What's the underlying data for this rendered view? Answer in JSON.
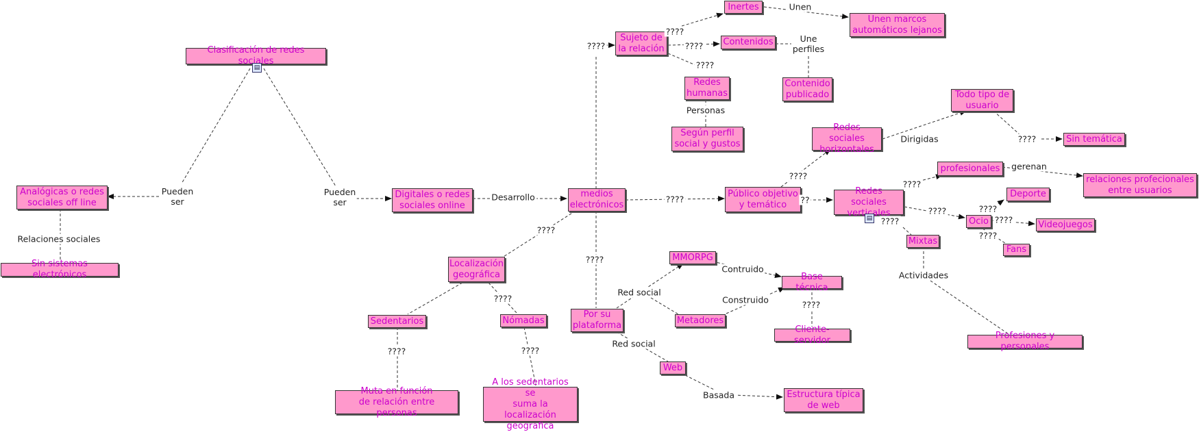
{
  "map": {
    "nodes": {
      "clasificacion": "Clasificación de redes sociales",
      "analogicas": "Analógicas o redes\nsociales off line",
      "sin_sistemas": "Sin sistemas electrónicos",
      "digitales": "Digitales o redes\nsociales online",
      "medios": "medios\nelectrónicos",
      "sujeto": "Sujeto de\nla relación",
      "inertes": "Inertes",
      "unen_marcos": "Unen marcos\nautomáticos lejanos",
      "contenidos": "Contenidos",
      "contenido_publicado": "Contenido\npublicado",
      "redes_humanas": "Redes\nhumanas",
      "segun_perfil": "Según perfil\nsocial y gustos",
      "publico": "Público objetivo\ny temático",
      "horizontales": "Redes sociales\nhorizontales",
      "todo_usuario": "Todo tipo de\nusuario",
      "sin_tematica": "Sin temática",
      "verticales": "Redes sociales\nverticales",
      "profesionales": "profesionales",
      "relaciones_prof": "relaciones profecionales\nentre usuarios",
      "deporte": "Deporte",
      "ocio": "Ocio",
      "videojuegos": "Videojuegos",
      "fans": "Fans",
      "mixtas": "Mixtas",
      "profesiones": "Profesiones y personales",
      "localizacion": "Localización\ngeográfica",
      "sedentarios": "Sedentarios",
      "muta": "Muta en función\nde relación entre personas",
      "nomadas": "Nómadas",
      "a_los_sedentarios": "A los sedentarios se\nsuma la localización\ngeografica",
      "plataforma": "Por su\nplataforma",
      "mmorpg": "MMORPG",
      "metadores": "Metadores",
      "base_tecnica": "Base técnica",
      "cliente_servidor": "Cliente-servidor",
      "web": "Web",
      "estructura": "Estructura típica\nde web"
    },
    "labels": {
      "pueden_ser_l": "Pueden\nser",
      "pueden_ser_r": "Pueden\nser",
      "relaciones_sociales": "Relaciones sociales",
      "desarrollo": "Desarrollo",
      "q_sujeto": "????",
      "q_inertes": "????",
      "unen": "Unen",
      "q_contenidos": "????",
      "une_perfiles": "Une\nperfiles",
      "q_humanas": "????",
      "personas": "Personas",
      "q_publico": "????",
      "q_horizontales": "????",
      "dirigidas": "Dirigidas",
      "q_sin_tematica": "????",
      "q_verticales": "??",
      "q_profesionales": "????",
      "gerenan": "gerenan",
      "q_ocio": "????",
      "q_deporte": "????",
      "q_videojuegos": "????",
      "q_fans": "????",
      "q_mixtas": "????",
      "actividades": "Actividades",
      "q_localizacion": "????",
      "q_nomadas": "????",
      "q_muta": "????",
      "q_a_los": "????",
      "q_plataforma": "????",
      "red_social_1": "Red social",
      "contruido": "Contruido",
      "construido": "Construido",
      "q_cliente": "????",
      "red_social_2": "Red social",
      "basada": "Basada"
    }
  },
  "colors": {
    "node_fill": "#ff99cc",
    "node_text": "#cc00cc",
    "line": "#333333"
  }
}
